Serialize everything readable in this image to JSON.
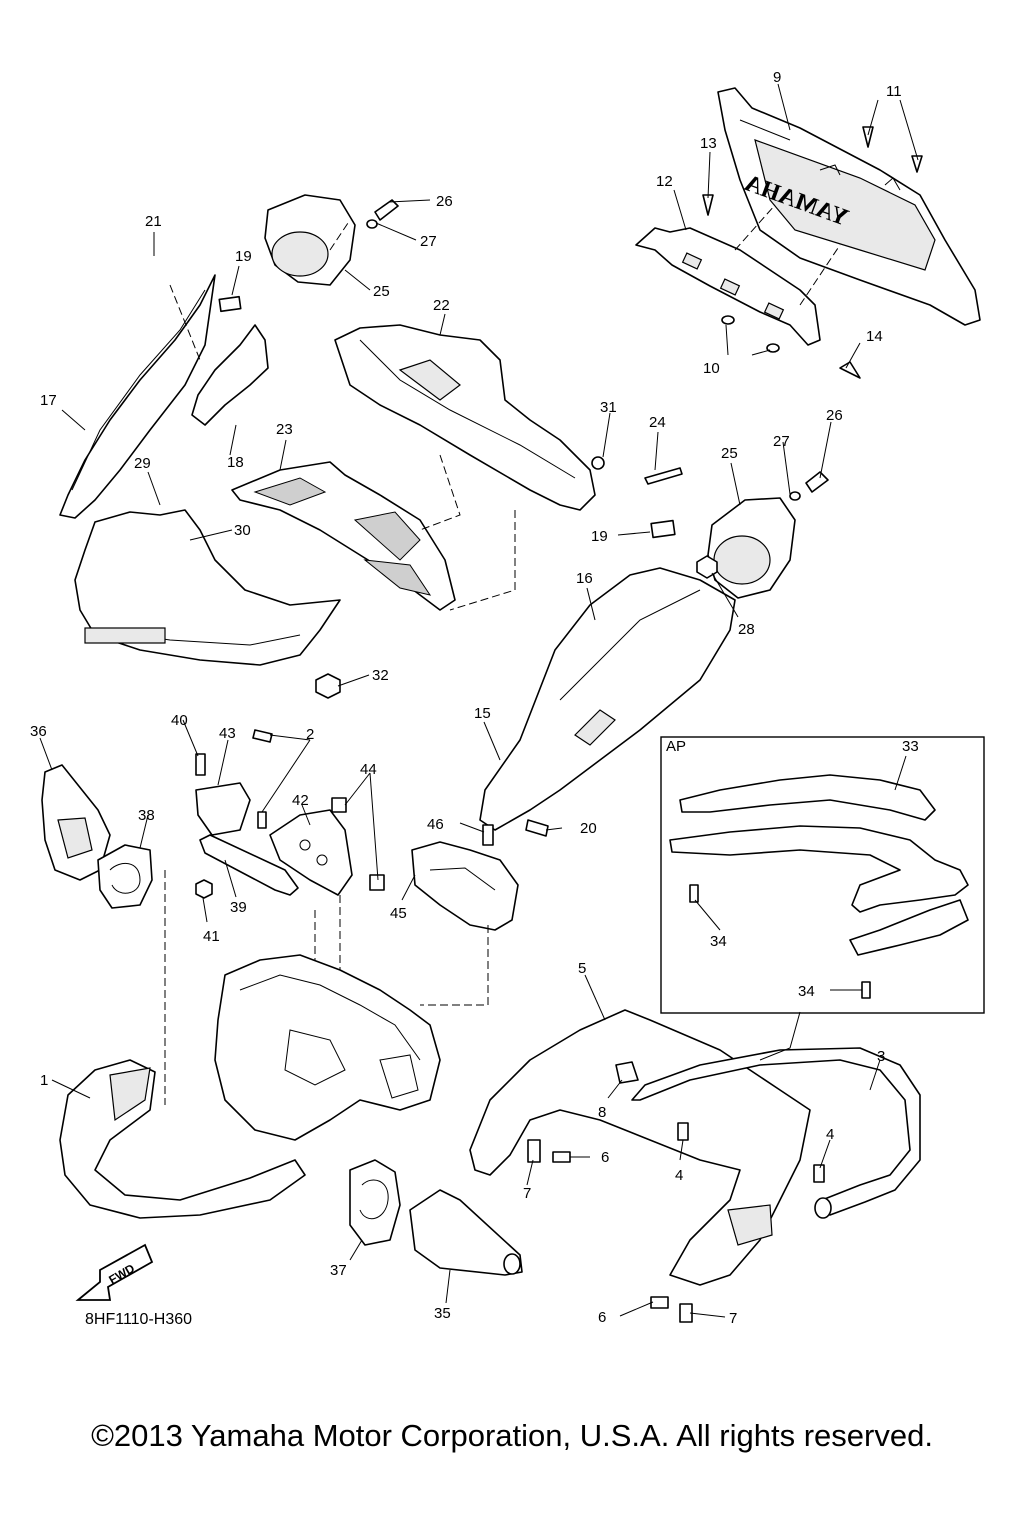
{
  "diagram_code": "8HF1110-H360",
  "inset_label": "AP",
  "fwd_label": "FWD",
  "fwd_icon": "fwd-arrow-icon",
  "copyright": "©2013 Yamaha Motor Corporation, U.S.A. All rights reserved.",
  "callouts": [
    {
      "id": "c1",
      "text": "1"
    },
    {
      "id": "c2",
      "text": "2"
    },
    {
      "id": "c3",
      "text": "3"
    },
    {
      "id": "c4a",
      "text": "4"
    },
    {
      "id": "c4b",
      "text": "4"
    },
    {
      "id": "c5",
      "text": "5"
    },
    {
      "id": "c6a",
      "text": "6"
    },
    {
      "id": "c6b",
      "text": "6"
    },
    {
      "id": "c7a",
      "text": "7"
    },
    {
      "id": "c7b",
      "text": "7"
    },
    {
      "id": "c8",
      "text": "8"
    },
    {
      "id": "c9",
      "text": "9"
    },
    {
      "id": "c10",
      "text": "10"
    },
    {
      "id": "c11",
      "text": "11"
    },
    {
      "id": "c12",
      "text": "12"
    },
    {
      "id": "c13",
      "text": "13"
    },
    {
      "id": "c14",
      "text": "14"
    },
    {
      "id": "c15",
      "text": "15"
    },
    {
      "id": "c16",
      "text": "16"
    },
    {
      "id": "c17",
      "text": "17"
    },
    {
      "id": "c18",
      "text": "18"
    },
    {
      "id": "c19a",
      "text": "19"
    },
    {
      "id": "c19b",
      "text": "19"
    },
    {
      "id": "c20",
      "text": "20"
    },
    {
      "id": "c21",
      "text": "21"
    },
    {
      "id": "c22",
      "text": "22"
    },
    {
      "id": "c23",
      "text": "23"
    },
    {
      "id": "c24",
      "text": "24"
    },
    {
      "id": "c25a",
      "text": "25"
    },
    {
      "id": "c25b",
      "text": "25"
    },
    {
      "id": "c26a",
      "text": "26"
    },
    {
      "id": "c26b",
      "text": "26"
    },
    {
      "id": "c27a",
      "text": "27"
    },
    {
      "id": "c27b",
      "text": "27"
    },
    {
      "id": "c28",
      "text": "28"
    },
    {
      "id": "c29",
      "text": "29"
    },
    {
      "id": "c30",
      "text": "30"
    },
    {
      "id": "c31",
      "text": "31"
    },
    {
      "id": "c32",
      "text": "32"
    },
    {
      "id": "c33",
      "text": "33"
    },
    {
      "id": "c34a",
      "text": "34"
    },
    {
      "id": "c34b",
      "text": "34"
    },
    {
      "id": "c35",
      "text": "35"
    },
    {
      "id": "c36",
      "text": "36"
    },
    {
      "id": "c37",
      "text": "37"
    },
    {
      "id": "c38",
      "text": "38"
    },
    {
      "id": "c39",
      "text": "39"
    },
    {
      "id": "c40",
      "text": "40"
    },
    {
      "id": "c41",
      "text": "41"
    },
    {
      "id": "c42",
      "text": "42"
    },
    {
      "id": "c43",
      "text": "43"
    },
    {
      "id": "c44",
      "text": "44"
    },
    {
      "id": "c45",
      "text": "45"
    },
    {
      "id": "c46",
      "text": "46"
    }
  ]
}
